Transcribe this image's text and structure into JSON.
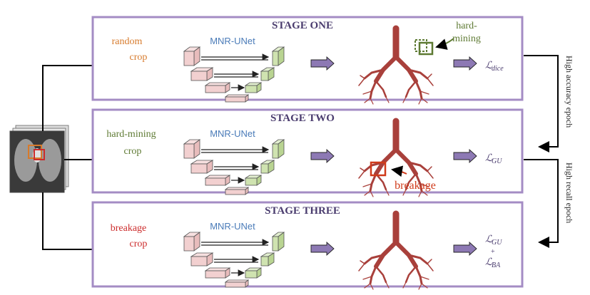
{
  "stages": [
    {
      "title": "STAGE ONE",
      "crop_label_line1": "random",
      "crop_label_line2": "crop",
      "crop_color": "#d77a2b",
      "network": "MNR-UNet",
      "loss_main": "L",
      "loss_sub": "dice",
      "annotation_line1": "hard-",
      "annotation_line2": "mining",
      "annotation_color": "#5e7a33"
    },
    {
      "title": "STAGE TWO",
      "crop_label_line1": "hard-mining",
      "crop_label_line2": "crop",
      "crop_color": "#5e7a33",
      "network": "MNR-UNet",
      "loss_main": "L",
      "loss_sub": "GU",
      "annotation_line1": "breakage",
      "annotation_color": "#d03a1a"
    },
    {
      "title": "STAGE THREE",
      "crop_label_line1": "breakage",
      "crop_label_line2": "crop",
      "crop_color": "#cc2b2b",
      "network": "MNR-UNet",
      "loss_main": "L",
      "loss_sub": "GU",
      "loss_plus": "+",
      "loss2_main": "L",
      "loss2_sub": "BA"
    }
  ],
  "side_labels": {
    "upper": "High accuracy epoch",
    "lower": "High recall epoch"
  },
  "colors": {
    "stage_border": "#a48cc4",
    "arrow_fill": "#8d79b4",
    "airway": "#a9403b",
    "encoder": "#f2d0d0",
    "decoder": "#cfe3b0"
  }
}
